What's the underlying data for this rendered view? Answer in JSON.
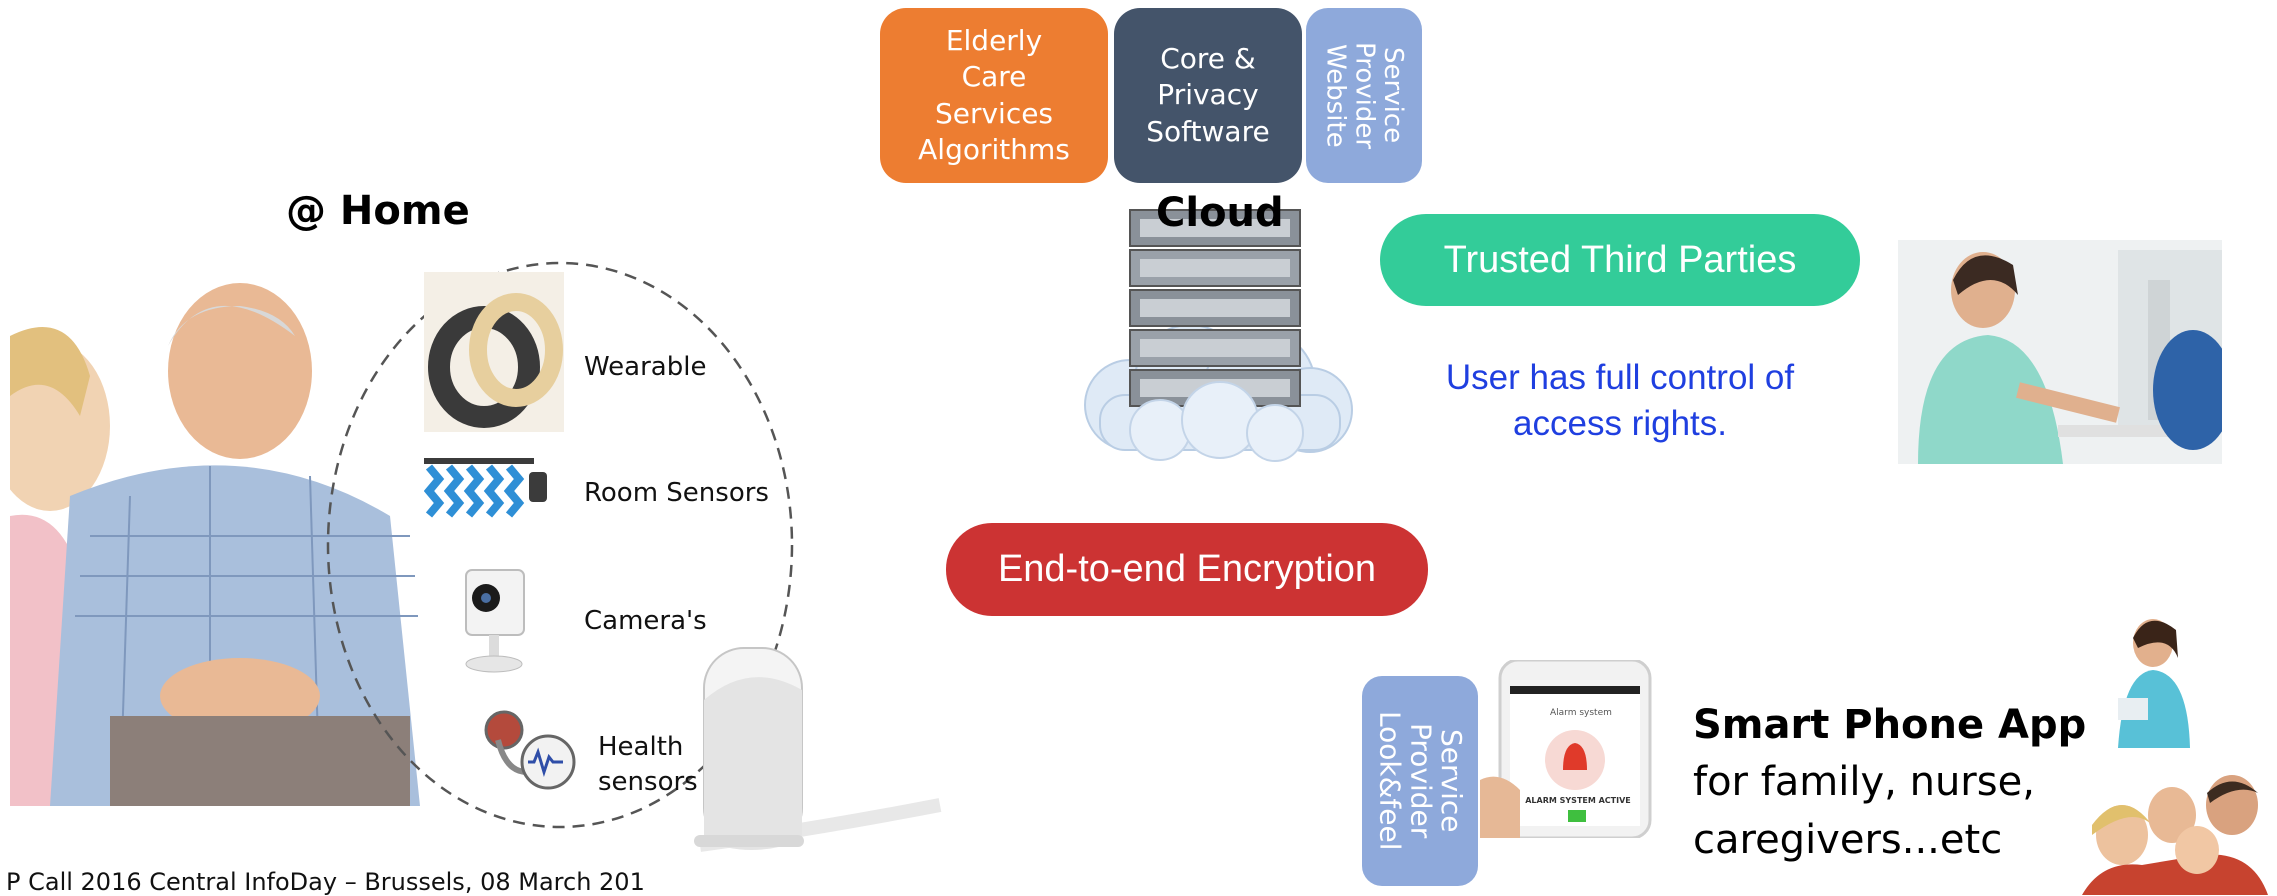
{
  "cloud_services": {
    "elderly_care": "Elderly Care Services Algorithms",
    "core_privacy": "Core  & Privacy Software",
    "service_provider_website": "Service Provider Website"
  },
  "cloud_label": "Cloud",
  "home_label": "@ Home",
  "devices": [
    {
      "label": "Wearable",
      "icon": "wearable-band-icon"
    },
    {
      "label": "Room Sensors",
      "icon": "room-sensor-icon"
    },
    {
      "label": "Camera's",
      "icon": "camera-icon"
    },
    {
      "label": "Health sensors",
      "icon": "health-sensor-icon"
    }
  ],
  "trusted_third_parties": "Trusted Third Parties",
  "user_control": "User has full control of access rights.",
  "encryption": "End-to-end Encryption",
  "service_provider_look": "Service Provider Look&feel",
  "phone": {
    "header": "Alarm system",
    "status": "ALARM SYSTEM ACTIVE"
  },
  "smartphone_app": {
    "title": "Smart Phone App",
    "line1": "for family, nurse,",
    "line2": "caregivers...etc"
  },
  "footer": "P Call 2016 Central InfoDay – Brussels, 08 March 201",
  "colors": {
    "orange": "#ED7D31",
    "dark_slate": "#44546A",
    "light_blue": "#8EA9DB",
    "teal": "#33CC99",
    "red": "#CC3333",
    "blue_text": "#1F3FE0"
  }
}
